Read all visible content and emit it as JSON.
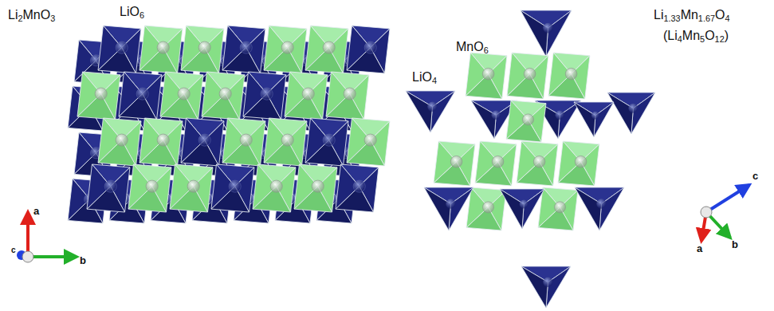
{
  "diagram": {
    "labels": [
      "Li2MnO3",
      "LiO6",
      "MnO6",
      "LiO4",
      "Li1.33Mn1.67O4",
      "(Li4Mn5O12)",
      "a",
      "c",
      "b",
      "c",
      "a",
      "b"
    ]
  }
}
